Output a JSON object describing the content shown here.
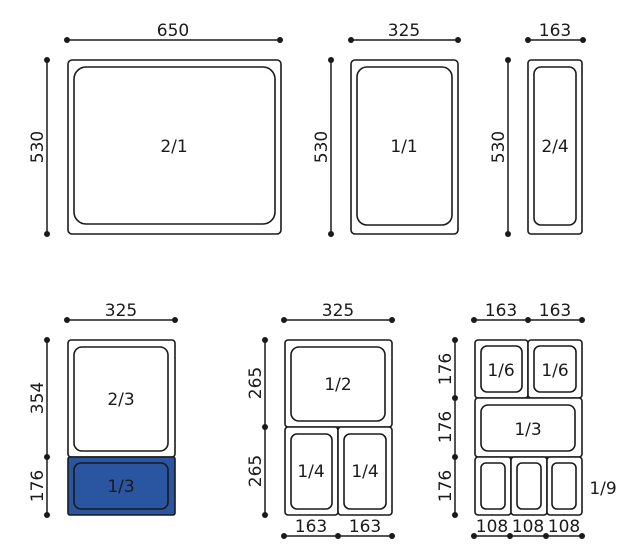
{
  "colors": {
    "line": "#1a1a1a",
    "background": "#ffffff",
    "highlight": "#2a55a0"
  },
  "sizes": {
    "d650": "650",
    "d530a": "530",
    "d530b": "530",
    "d530c": "530",
    "d325a": "325",
    "d163a": "163",
    "d325b": "325",
    "d354": "354",
    "d176a": "176",
    "d325c": "325",
    "d265a": "265",
    "d265b": "265",
    "d163b": "163",
    "d163c": "163",
    "d163d": "163",
    "d163e": "163",
    "d176b": "176",
    "d176c": "176",
    "d176d": "176",
    "d108a": "108",
    "d108b": "108",
    "d108c": "108"
  },
  "pans": {
    "p21": "2/1",
    "p11": "1/1",
    "p24": "2/4",
    "p23": "2/3",
    "p13a": "1/3",
    "p12": "1/2",
    "p14a": "1/4",
    "p14b": "1/4",
    "p16a": "1/6",
    "p16b": "1/6",
    "p13b": "1/3",
    "p19": "1/9"
  }
}
